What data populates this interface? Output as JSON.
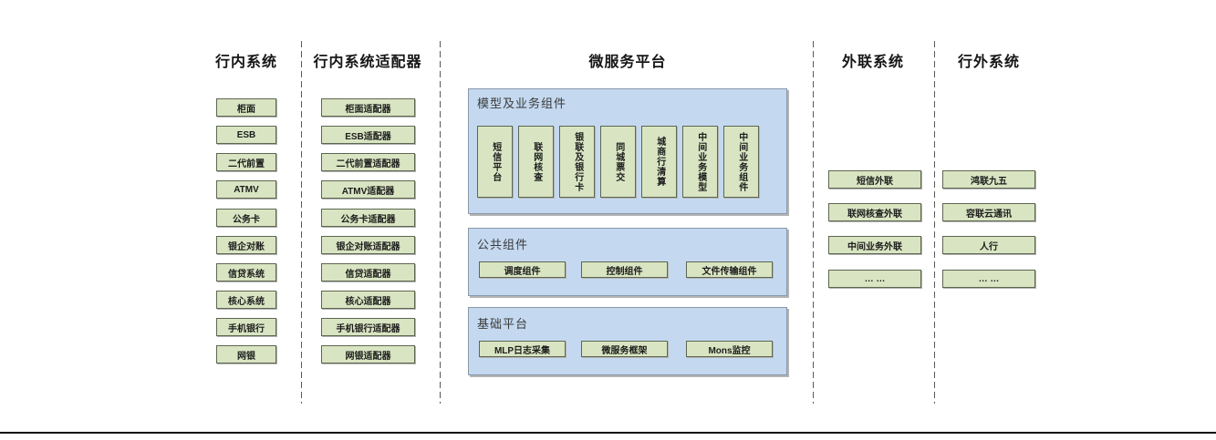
{
  "diagram": {
    "columns": [
      {
        "title": "行内系统",
        "items": [
          "柜面",
          "ESB",
          "二代前置",
          "ATMV",
          "公务卡",
          "银企对账",
          "信贷系统",
          "核心系统",
          "手机银行",
          "网银"
        ]
      },
      {
        "title": "行内系统适配器",
        "items": [
          "柜面适配器",
          "ESB适配器",
          "二代前置适配器",
          "ATMV适配器",
          "公务卡适配器",
          "银企对账适配器",
          "信贷适配器",
          "核心适配器",
          "手机银行适配器",
          "网银适配器"
        ]
      },
      {
        "title": "微服务平台",
        "sections": [
          {
            "label": "模型及业务组件",
            "items": [
              "短信平台",
              "联网核查",
              "银联及银行卡",
              "同城票交",
              "城商行清算",
              "中间业务模型",
              "中间业务组件"
            ]
          },
          {
            "label": "公共组件",
            "items": [
              "调度组件",
              "控制组件",
              "文件传输组件"
            ]
          },
          {
            "label": "基础平台",
            "items": [
              "MLP日志采集",
              "微服务框架",
              "Mons监控"
            ]
          }
        ]
      },
      {
        "title": "外联系统",
        "items": [
          "短信外联",
          "联网核查外联",
          "中间业务外联",
          "… …"
        ]
      },
      {
        "title": "行外系统",
        "items": [
          "鸿联九五",
          "容联云通讯",
          "人行",
          "… …"
        ]
      }
    ],
    "colors": {
      "node_fill": "#d9e5c2",
      "node_border": "#5d6650",
      "panel_fill": "#c4d9f0",
      "panel_border": "#8999ab",
      "separator": "#595959",
      "bottom_rule": "#0d0d0d"
    }
  }
}
